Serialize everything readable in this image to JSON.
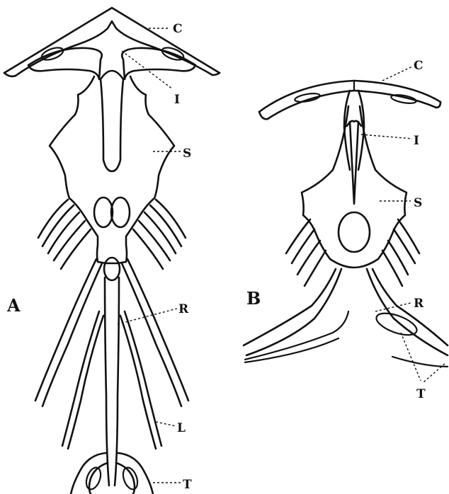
{
  "figure": {
    "panels": [
      {
        "id": "A",
        "letter": "A",
        "labels": {
          "C": "C",
          "I": "I",
          "S": "S",
          "R": "R",
          "L": "L",
          "T": "T"
        }
      },
      {
        "id": "B",
        "letter": "B",
        "labels": {
          "C": "C",
          "I": "I",
          "S": "S",
          "R": "R",
          "T": "T"
        }
      }
    ]
  }
}
